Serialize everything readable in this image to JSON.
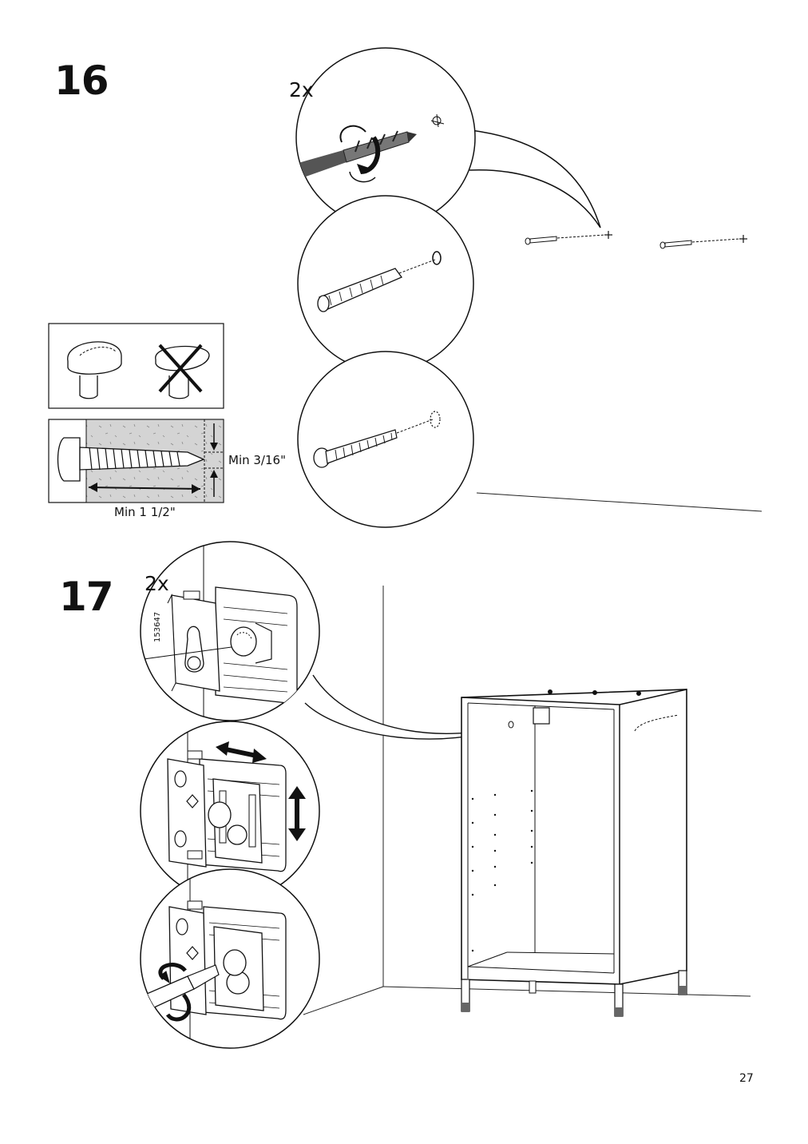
{
  "steps": [
    {
      "number": "16",
      "quantity": "2x",
      "screw_depth_label": "Min 3/16\"",
      "screw_length_label": "Min 1 1/2\""
    },
    {
      "number": "17",
      "quantity": "2x",
      "part_number": "153647"
    }
  ],
  "page_number": "27",
  "icons": [
    "drill-bit-icon",
    "wall-plug-icon",
    "screw-icon",
    "screw-head-correct-icon",
    "screw-head-incorrect-icon",
    "wall-bracket-icon",
    "cabinet-frame-icon",
    "screwdriver-icon"
  ]
}
